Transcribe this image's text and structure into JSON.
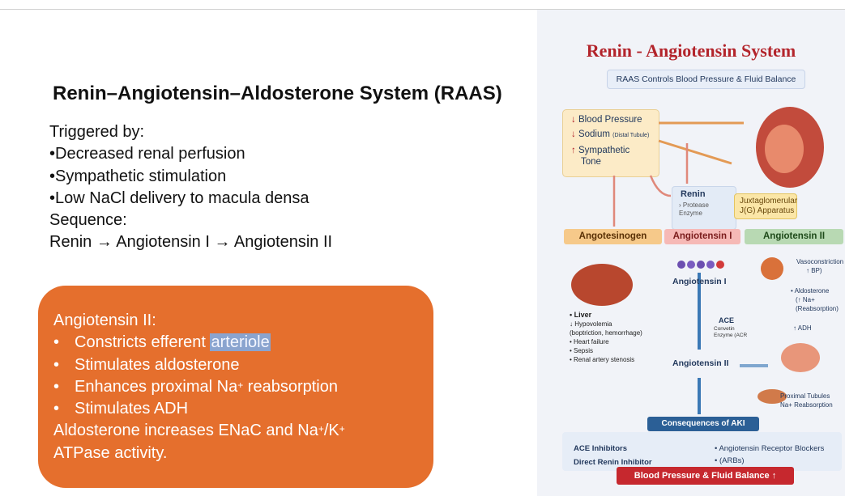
{
  "slide": {
    "title": "Renin–Angiotensin–Aldosterone System (RAAS)",
    "lines": [
      "Triggered by:",
      "•Decreased renal perfusion",
      "•Sympathetic stimulation",
      "•Low NaCl delivery to macula densa",
      "Sequence:",
      "Renin → Angiotensin I → Angiotensin II"
    ],
    "callout": {
      "heading": "Angiotensin II:",
      "bullet_symbol": "•",
      "b1_pre": "Constricts efferent ",
      "b1_highlight": "arteriole",
      "b2": "Stimulates aldosterone",
      "b3_pre": "Enhances proximal Na",
      "b3_sup": "+",
      "b3_post": " reabsorption",
      "b4": "Stimulates ADH",
      "footer_1": "Aldosterone increases ENaC and Na",
      "footer_sup1": "+",
      "footer_slash": "/K",
      "footer_sup2": "+",
      "footer_2": "ATPase activity."
    }
  },
  "infographic": {
    "title": "Renin - Angiotensin System",
    "subtitle": "RAAS Controls Blood Pressure & Fluid Balance",
    "triggers": {
      "down_arrow": "↓",
      "up_arrow": "↑",
      "bp": "Blood Pressure",
      "sodium": "Sodium",
      "sodium_note": "(Distal Tubule)",
      "symp_1": "Sympathetic",
      "symp_2": "Tone"
    },
    "renin": {
      "title": "Renin",
      "line1": "› Protease",
      "line2": "Enzyme"
    },
    "jg": {
      "line1": "Juxtaglomerular",
      "line2": "J(G) Apparatus"
    },
    "headers": [
      "Angotesinogen",
      "Angiotensin I",
      "Angiotensin II"
    ],
    "liver": {
      "title": "• Liver",
      "items": [
        "↓ Hypovolemia",
        "(boptriction, hemorrhage)",
        "• Heart failure",
        "• Sepsis",
        "• Renal artery stenosis"
      ]
    },
    "ang1_label": "Angiotensin I",
    "ang2_label": "Angiotensin II",
    "ace": {
      "title": "ACE",
      "line1": "Convetin",
      "line2": "Enzyme (ACR"
    },
    "col3": {
      "vaso": "Vasoconstriction",
      "vaso2": "↑ BP)",
      "aldo": "• Aldosterone",
      "aldo2": "(↑ Na+",
      "aldo3": "(Reabsorption)",
      "adh": "↑ ADH",
      "prox1": "Proximal Tubules",
      "prox2": "Na+ Reabsorption"
    },
    "conseq": "Consequences of AKI",
    "bottom": {
      "ace_inh": "ACE Inhibitors",
      "renin_inh": "Direct Renin Inhibitor",
      "arb1": "• Angiotensin Receptor Blockers",
      "arb2": "• (ARBs)"
    },
    "bp_banner": "Blood Pressure & Fluid Balance ↑",
    "colors": {
      "red": "#b3242b",
      "navy": "#23395d",
      "blue": "#2b5f96",
      "orange": "#e56f2d"
    }
  }
}
